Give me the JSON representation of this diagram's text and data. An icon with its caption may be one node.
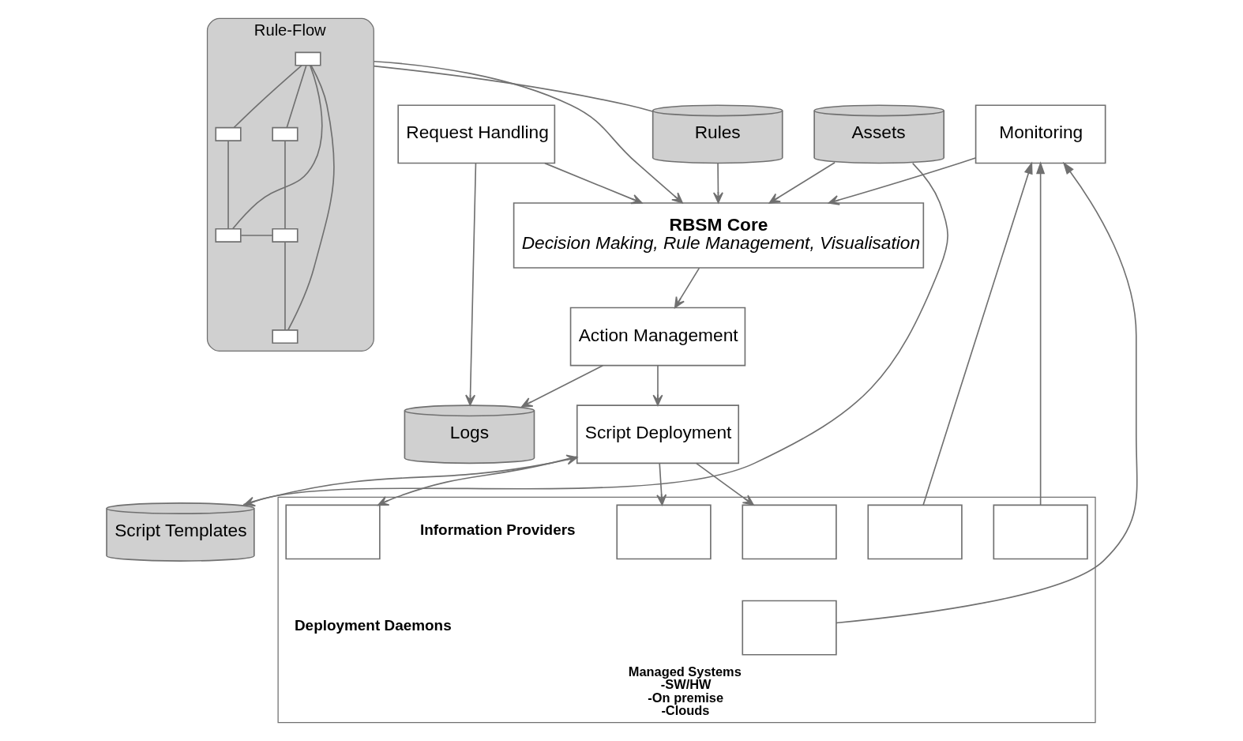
{
  "diagram": {
    "nodes": [
      {
        "text": [
          "Rule-Flow"
        ]
      },
      {
        "text": [],
        "shape": "box",
        "in": 0
      },
      {
        "text": [],
        "shape": "box",
        "in": 0
      },
      {
        "text": [],
        "shape": "box",
        "in": 0
      },
      {
        "text": [],
        "shape": "box",
        "in": 0
      },
      {
        "text": [],
        "shape": "box",
        "in": 0
      },
      {
        "text": [],
        "shape": "box",
        "in": 0
      },
      {
        "text": [
          "Request Handling"
        ]
      },
      {
        "text": [
          "Rules"
        ]
      },
      {
        "text": [
          "Monitoring"
        ]
      },
      {
        "text": [],
        "shape": "box",
        "beside": [
          "Managed Systems",
          "-SW/HW",
          "-On premise",
          "-Clouds"
        ]
      },
      {
        "text": [],
        "shape": "box",
        "in": 10
      },
      {
        "text": [],
        "shape": "box",
        "in": 10
      },
      {
        "text": [],
        "shape": "box",
        "in": 10
      },
      {
        "text": [],
        "shape": "box",
        "in": 10
      },
      {
        "text": [],
        "shape": "box",
        "in": 10
      },
      {
        "text": [],
        "shape": "box",
        "in": 10
      },
      {
        "text": [
          "RBSM Core",
          "Decision Making, Rule Management, Visualisation"
        ]
      },
      {
        "text": [
          "Assets"
        ]
      },
      {
        "text": [
          "Logs"
        ]
      },
      {
        "text": [
          "Action Management"
        ]
      },
      {
        "text": [
          "Script Deployment"
        ]
      },
      {
        "text": [
          "Script Templates"
        ]
      }
    ],
    "edges": [
      {
        "from": 1,
        "to": 2,
        "arrow": "none"
      },
      {
        "from": 1,
        "to": 3,
        "arrow": "none"
      },
      {
        "from": 2,
        "to": 5,
        "arrow": "none"
      },
      {
        "from": 3,
        "to": 4,
        "arrow": "none"
      },
      {
        "from": 4,
        "to": 6,
        "arrow": "none"
      },
      {
        "from": 4,
        "to": 5,
        "arrow": "none"
      },
      {
        "from": 1,
        "to": 5,
        "arrow": "none"
      },
      {
        "from": 1,
        "to": 6,
        "arrow": "none"
      },
      {
        "from": 0,
        "to": 8,
        "arrow": "none"
      },
      {
        "from": 7,
        "to": 17,
        "arrow": "to"
      },
      {
        "from": 7,
        "to": 19,
        "arrow": "to"
      },
      {
        "from": 8,
        "to": 17,
        "arrow": "to"
      },
      {
        "from": 0,
        "to": 17,
        "arrow": "to"
      },
      {
        "from": 9,
        "to": 17,
        "arrow": "to"
      },
      {
        "from": 11,
        "to": 9,
        "arrow": "to"
      },
      {
        "from": 12,
        "to": 9,
        "arrow": "to"
      },
      {
        "from": 13,
        "to": 9,
        "arrow": "to"
      },
      {
        "from": 18,
        "to": 17,
        "arrow": "to"
      },
      {
        "from": 18,
        "to": 22,
        "arrow": "none"
      },
      {
        "from": 17,
        "to": 20,
        "arrow": "to"
      },
      {
        "from": 20,
        "to": 19,
        "arrow": "to"
      },
      {
        "from": 20,
        "to": 21,
        "arrow": "to"
      },
      {
        "from": 21,
        "to": 22,
        "arrow": "both"
      },
      {
        "from": 21,
        "to": 14,
        "arrow": "to"
      },
      {
        "from": 21,
        "to": 15,
        "arrow": "to"
      },
      {
        "from": 21,
        "to": 16,
        "arrow": "to"
      }
    ],
    "labels": [
      "Information Providers",
      "Deployment Daemons"
    ]
  }
}
